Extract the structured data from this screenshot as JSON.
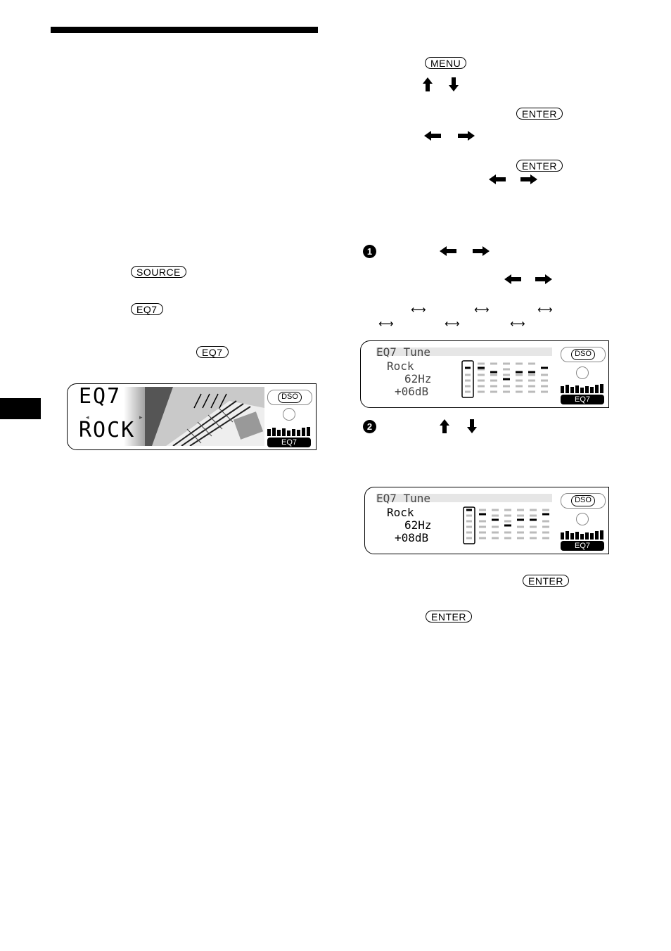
{
  "keys": {
    "menu": "MENU",
    "enter": "ENTER",
    "source": "SOURCE",
    "eq7": "EQ7"
  },
  "display_main": {
    "line1": "EQ7",
    "line2": "ROCK",
    "logo": "DSO",
    "badge": "EQ7"
  },
  "display_tune1": {
    "title": "EQ7 Tune",
    "preset": "Rock",
    "freq": "62Hz",
    "gain": "+06dB",
    "logo": "DSO",
    "badge": "EQ7"
  },
  "display_tune2": {
    "title": "EQ7 Tune",
    "preset": "Rock",
    "freq": "62Hz",
    "gain": "+08dB",
    "logo": "DSO",
    "badge": "EQ7"
  },
  "steps": {
    "one": "1",
    "two": "2"
  },
  "icons": {
    "up": "up-arrow-icon",
    "down": "down-arrow-icon",
    "left": "left-arrow-icon",
    "right": "right-arrow-icon",
    "double": "double-arrow-icon"
  }
}
